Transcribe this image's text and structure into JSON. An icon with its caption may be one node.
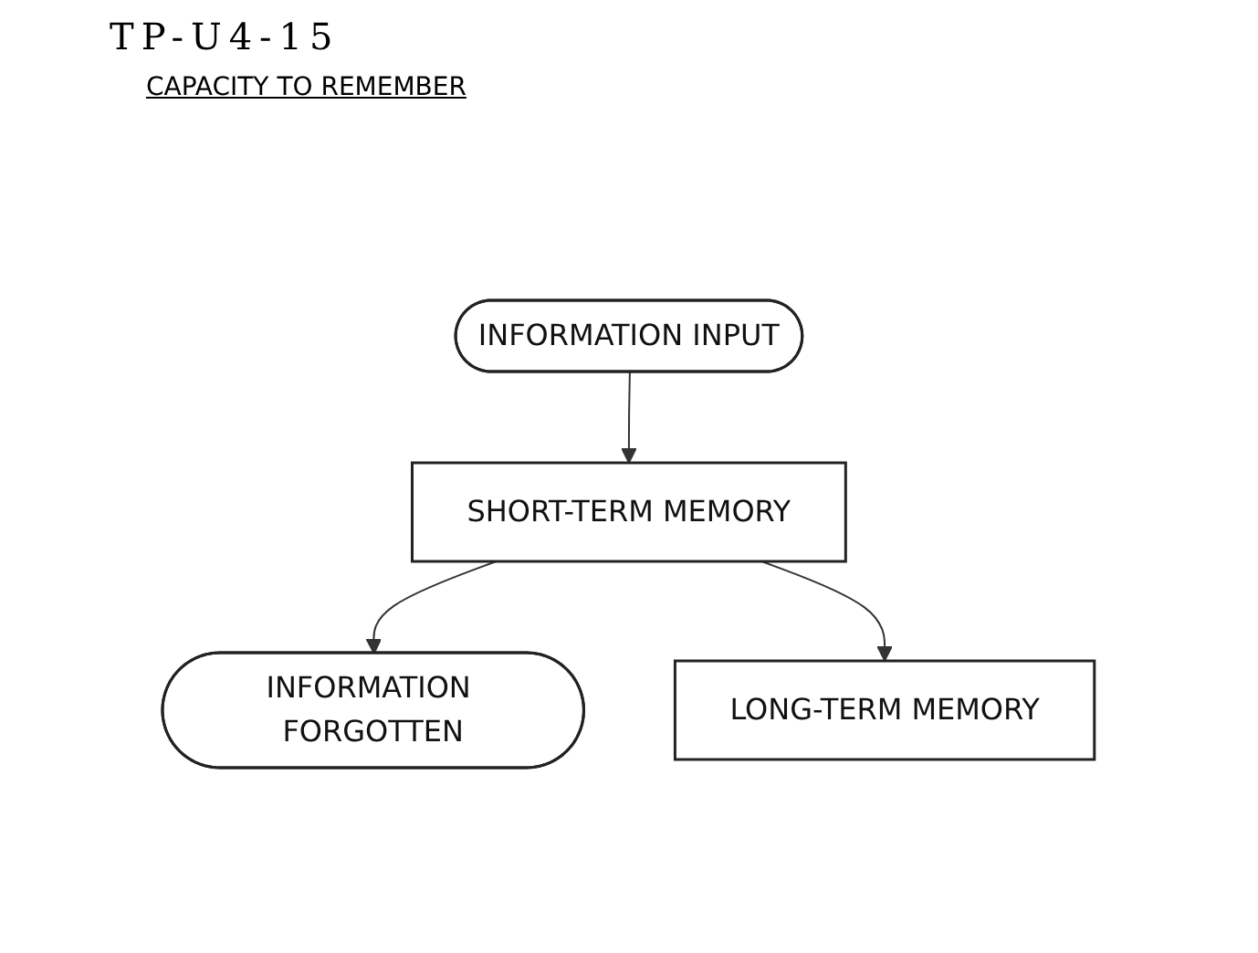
{
  "diagram": {
    "title": "CAPACITY TO REMEMBER",
    "nodes": [
      {
        "text": [
          "INFORMATION INPUT"
        ]
      },
      {
        "text": [
          "SHORT-TERM MEMORY"
        ]
      },
      {
        "text": [
          "INFORMATION FORGOTTEN"
        ]
      },
      {
        "text": [
          "LONG-TERM MEMORY"
        ]
      }
    ],
    "edges": [
      {
        "from": 0,
        "to": 1,
        "arrow": "to"
      },
      {
        "from": 1,
        "to": 2,
        "arrow": "to"
      },
      {
        "from": 1,
        "to": 3,
        "arrow": "to"
      }
    ],
    "labels": [
      "TP-U4-15"
    ]
  }
}
